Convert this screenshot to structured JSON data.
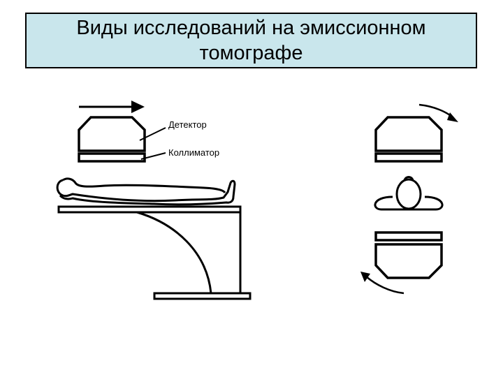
{
  "slide": {
    "title": "Виды исследований на эмиссионном томографе"
  },
  "labels": {
    "detector": "Детектор",
    "collimator": "Коллиматор"
  },
  "colors": {
    "title_background": "#c9e6ec",
    "stroke": "#000000"
  }
}
